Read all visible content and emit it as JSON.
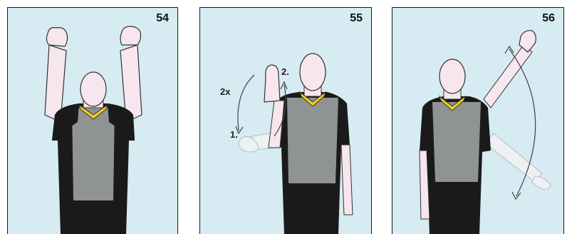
{
  "panels": [
    {
      "number": "54",
      "annotations": []
    },
    {
      "number": "55",
      "annotations": [
        "2x",
        "1.",
        "2."
      ]
    },
    {
      "number": "56",
      "annotations": []
    }
  ],
  "colors": {
    "panel_bg": "#d6ebf2",
    "skin": "#f7e6ee",
    "shirt_grey": "#8f9394",
    "shirt_black": "#1a1a1a",
    "collar": "#f2d21b",
    "ghost": "#eef1f4"
  }
}
